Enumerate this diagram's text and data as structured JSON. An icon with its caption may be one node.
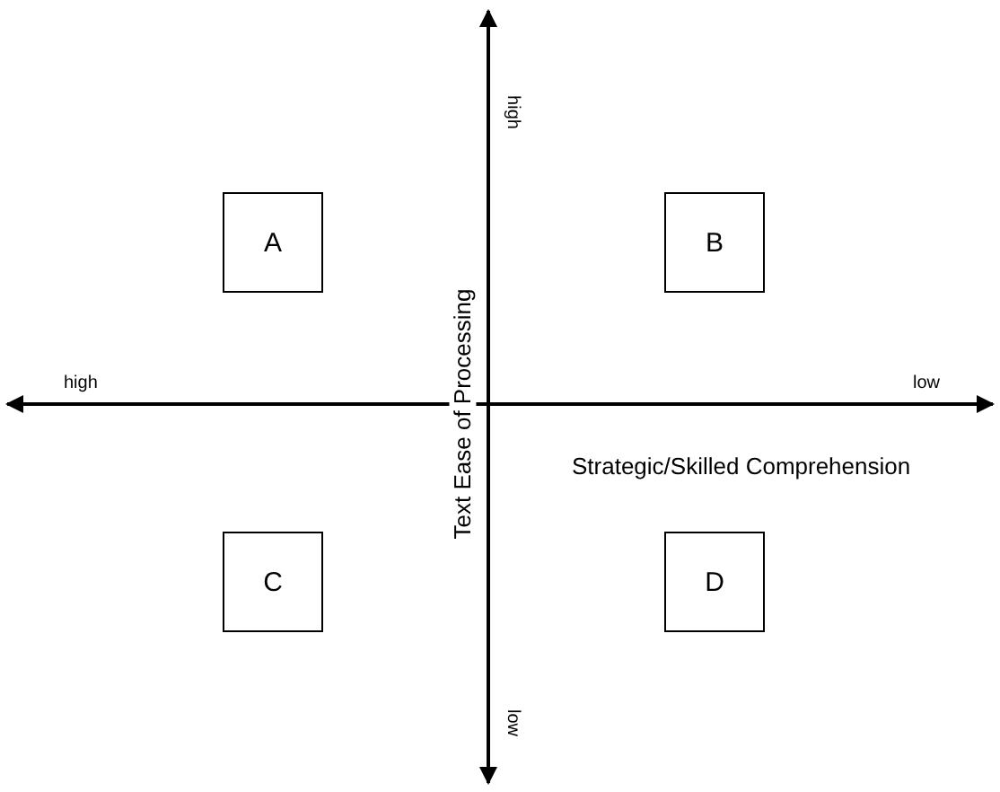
{
  "diagram": {
    "nodes": [
      {
        "text": [
          "A"
        ]
      },
      {
        "text": [
          "B"
        ]
      },
      {
        "text": [
          "C"
        ]
      },
      {
        "text": [
          "D"
        ]
      }
    ],
    "labels": [
      "high",
      "Text Ease of Processing",
      "high",
      "low",
      "Strategic/Skilled Comprehension",
      "low"
    ]
  }
}
